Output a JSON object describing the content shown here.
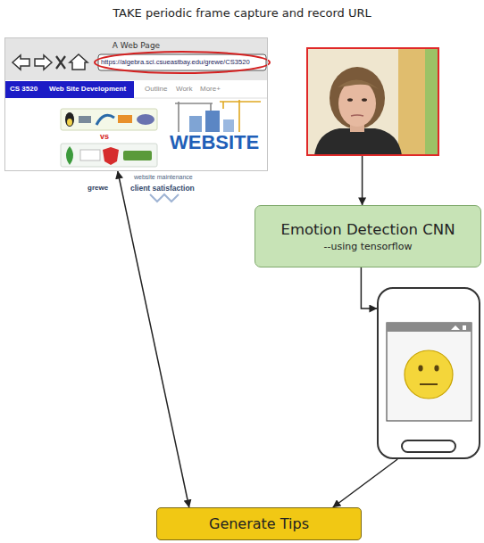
{
  "diagram": {
    "title": "TAKE periodic frame capture and record URL",
    "nodes": [
      {
        "text": [
          "A Web Page",
          "https://algebra.sci.csueastbay.edu/grewe/CS3520",
          "CS 3520",
          "Web Site Development",
          "Outline",
          "Work",
          "More+"
        ]
      },
      {
        "text": []
      },
      {
        "text": [
          "Emotion Detection CNN",
          "--using tensorflow"
        ]
      },
      {
        "text": []
      },
      {
        "text": [
          "Generate Tips"
        ]
      }
    ],
    "edges": [
      {
        "from": 1,
        "to": 2,
        "arrow": "to"
      },
      {
        "from": 2,
        "to": 3,
        "arrow": "to"
      },
      {
        "from": 3,
        "to": 4,
        "arrow": "to"
      },
      {
        "from": 0,
        "to": 4,
        "arrow": "both"
      }
    ],
    "labels": [
      "WEBSITE",
      "vs",
      "grewe",
      "client satisfaction",
      "website maintenance"
    ]
  }
}
